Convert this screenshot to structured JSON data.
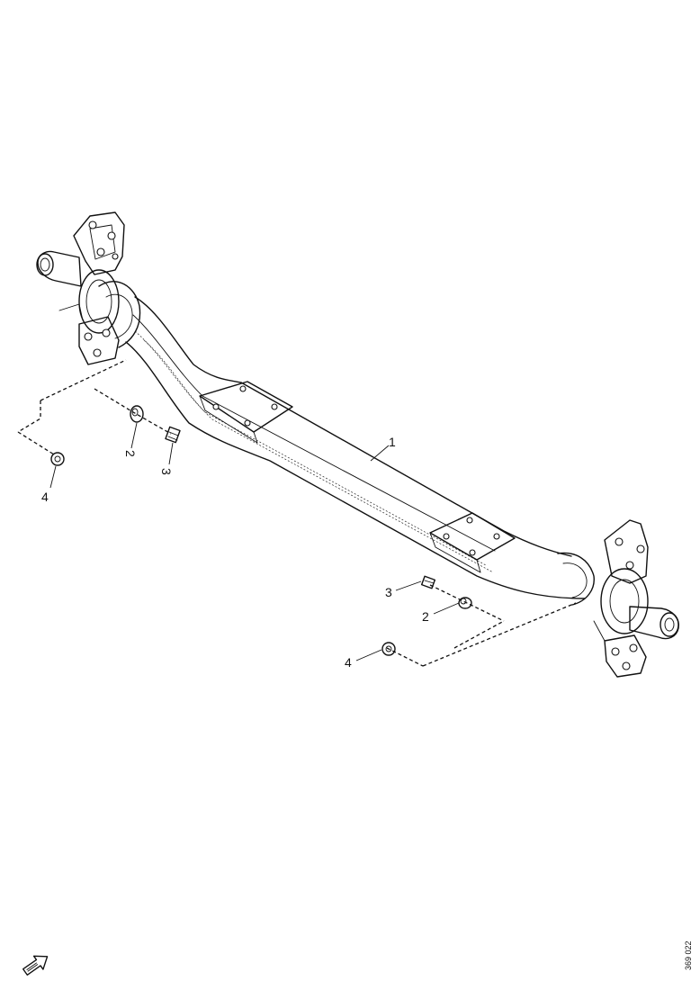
{
  "diagram": {
    "callouts": {
      "beam": "1",
      "left_sleeve": "2",
      "left_bolt": "3",
      "left_nut": "4",
      "right_bolt": "3",
      "right_sleeve": "2",
      "right_nut": "4"
    },
    "reference_number": "369 022",
    "icons": {
      "direction": "front-direction-arrow-icon"
    }
  }
}
